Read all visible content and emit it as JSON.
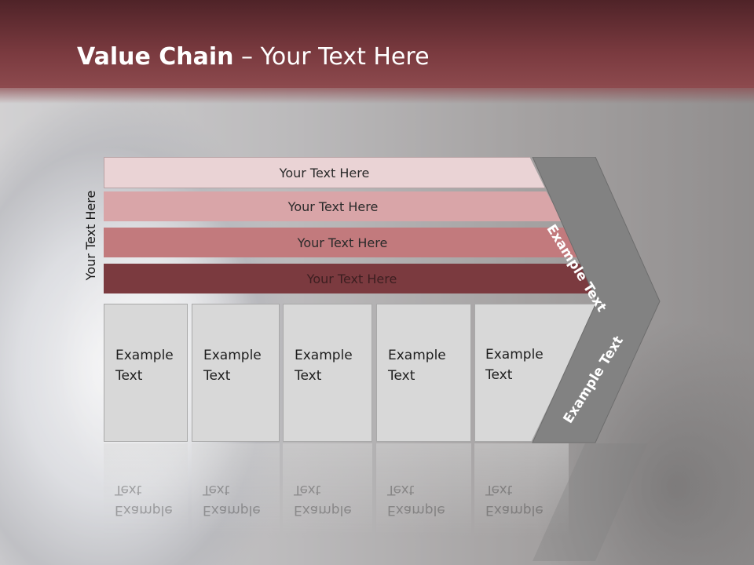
{
  "slide": {
    "title_bold": "Value Chain",
    "title_rest": " – Your Text Here",
    "side_label": "Your Text Here"
  },
  "bars": [
    {
      "label": "Your Text Here",
      "color": "#ead3d5"
    },
    {
      "label": "Your Text Here",
      "color": "#d9a5a8"
    },
    {
      "label": "Your Text Here",
      "color": "#c27a7d"
    },
    {
      "label": "Your Text Here",
      "color": "#7b3a3f"
    }
  ],
  "boxes": [
    {
      "line1": "Example",
      "line2": "Text"
    },
    {
      "line1": "Example",
      "line2": "Text"
    },
    {
      "line1": "Example",
      "line2": "Text"
    },
    {
      "line1": "Example",
      "line2": "Text"
    },
    {
      "line1": "Example",
      "line2": "Text"
    }
  ],
  "chevron": {
    "upper_text": "Example Text",
    "lower_text": "Example Text",
    "color": "#828282"
  },
  "colors": {
    "header": "#7a3a3f",
    "box_fill": "#d8d8d8"
  }
}
